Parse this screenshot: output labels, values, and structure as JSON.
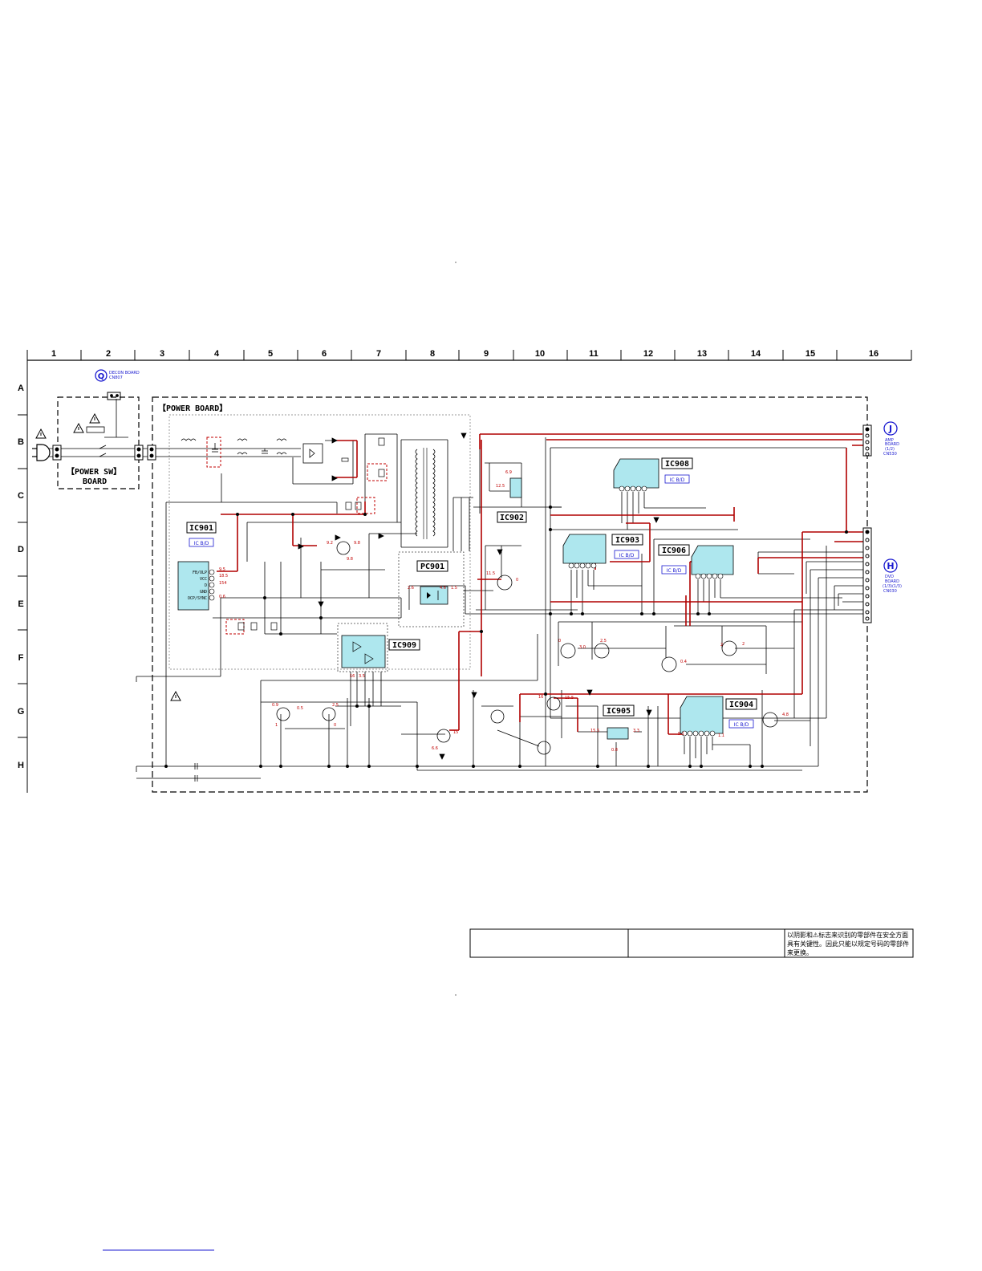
{
  "grid": {
    "columns": [
      "1",
      "2",
      "3",
      "4",
      "5",
      "6",
      "7",
      "8",
      "9",
      "10",
      "11",
      "12",
      "13",
      "14",
      "15",
      "16"
    ],
    "rows": [
      "A",
      "B",
      "C",
      "D",
      "E",
      "F",
      "G",
      "H"
    ]
  },
  "boards": {
    "power_board": "【POWER BOARD】",
    "power_sw_board_line1": "【POWER SW】",
    "power_sw_board_line2": "BOARD",
    "q_marker": "Q",
    "q_caption_line1": "DECON BOARD",
    "q_caption_line2": "CN807",
    "j_marker": "J",
    "j_caption": [
      "AMP",
      "BOARD",
      "(1/2)",
      "CN530"
    ],
    "h_marker": "H",
    "h_caption": [
      "DVD",
      "BOARD",
      "(1/3)(1/3)",
      "CN030"
    ]
  },
  "ics": {
    "ic901": "IC901",
    "ic902": "IC902",
    "ic903": "IC903",
    "ic904": "IC904",
    "ic905": "IC905",
    "ic906": "IC906",
    "ic908": "IC908",
    "ic909": "IC909",
    "pc901": "PC901",
    "icbd": "IC B/D"
  },
  "ic901_pins": [
    "FB/OLP",
    "VCC",
    "D",
    "GND",
    "OCP/SYNC"
  ],
  "voltages": {
    "v1": "9.5",
    "v2": "18.5",
    "v3": "154",
    "v4": "0.6",
    "v5": "6.9",
    "v6": "12.5",
    "v7": "2.6",
    "v8": "1.5",
    "v9": "9.2",
    "v10": "9.8",
    "v11": "9.8",
    "v12": "11.5",
    "v13": "0",
    "v14": "0",
    "v15": "3.0",
    "v16": "2.5",
    "v17": "0.4",
    "v18": "2",
    "v19": "2",
    "v20": "0.9",
    "v21": "0.5",
    "v22": "2.5",
    "v23": "0",
    "v24": "1",
    "v25": "6.6",
    "v26": "15",
    "v27": "15.5",
    "v28": "16",
    "v29": "15.5",
    "v30": "0.8",
    "v31": "3.3",
    "v32": "4.8",
    "v33": "5.1",
    "v34": "1.1",
    "v35": "4.6",
    "v36": "16",
    "v37": "3.5"
  },
  "note_cn": "以阴影和⚠标志来识别的零部件在安全方面具有关键性。因此只能以规定号码的零部件来更换。",
  "colors": {
    "trace_red": "#b00000",
    "ic_fill": "#aee7ee",
    "blue_label": "#1a1ad0"
  }
}
